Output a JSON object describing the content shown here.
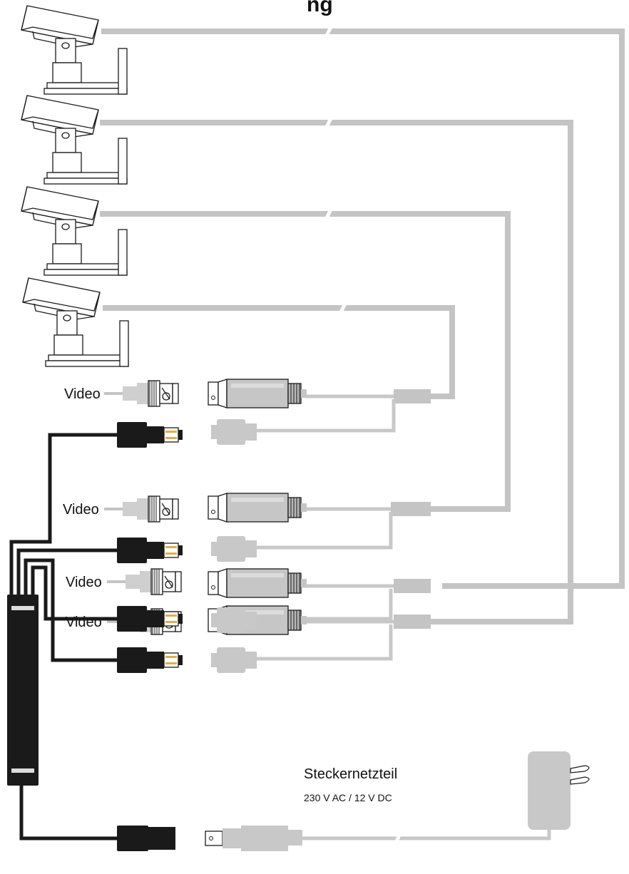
{
  "title": "ng",
  "cameras": [
    {
      "id": "cam1"
    },
    {
      "id": "cam2"
    },
    {
      "id": "cam3"
    },
    {
      "id": "cam4"
    }
  ],
  "video_label": "Video",
  "channels": [
    {
      "video": "Video"
    },
    {
      "video": "Video"
    },
    {
      "video": "Video"
    },
    {
      "video": "Video"
    }
  ],
  "power_supply": {
    "name": "Steckernetzteil",
    "rating": "230 V AC / 12 V DC"
  },
  "colors": {
    "cable_grey": "#c4c4c4",
    "cable_black": "#1a1a1a",
    "connector_grey": "#bdbdbd",
    "connector_black": "#1a1a1a",
    "gold_pin": "#e0b040"
  },
  "icons": [
    "camera-icon",
    "bnc-connector-icon",
    "dc-plug-icon",
    "power-adapter-icon",
    "splitter-icon"
  ]
}
